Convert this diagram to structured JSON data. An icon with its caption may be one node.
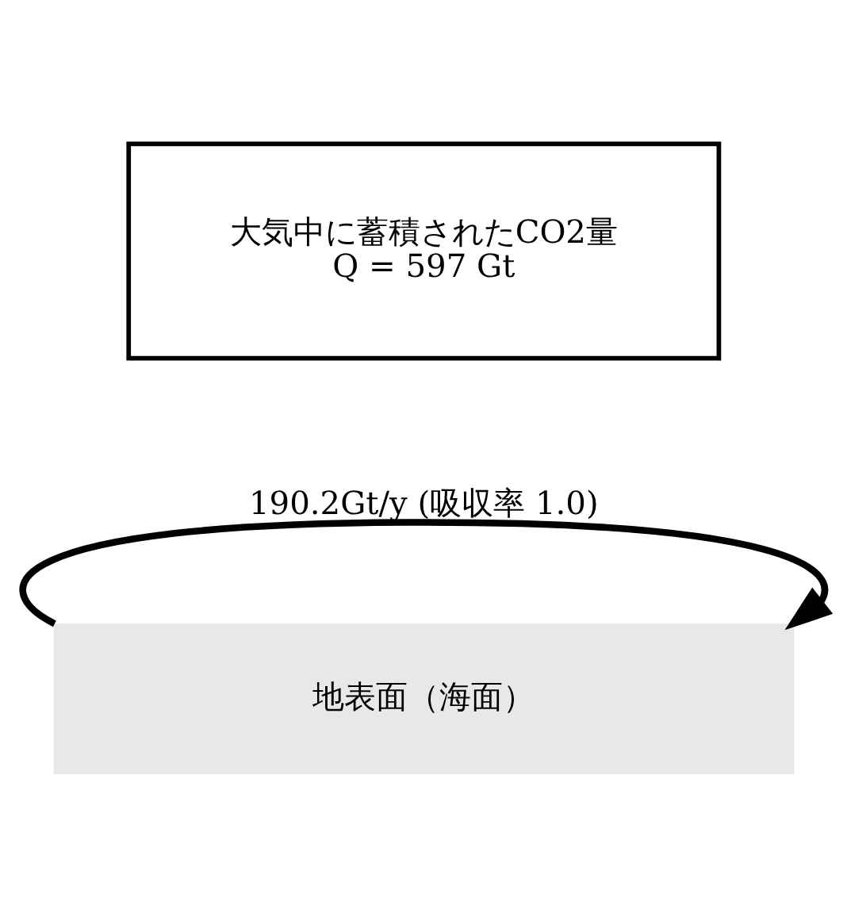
{
  "diagram": {
    "nodes": [
      {
        "text": [
          "大気中に蓄積されたCO2量",
          "Q = 597 Gt"
        ]
      },
      {
        "text": [
          "地表面（海面）"
        ]
      }
    ],
    "edges": [
      {
        "from": 1,
        "to": 1,
        "arrow": "to",
        "label": "190.2Gt/y (吸収率 1.0)"
      }
    ]
  }
}
